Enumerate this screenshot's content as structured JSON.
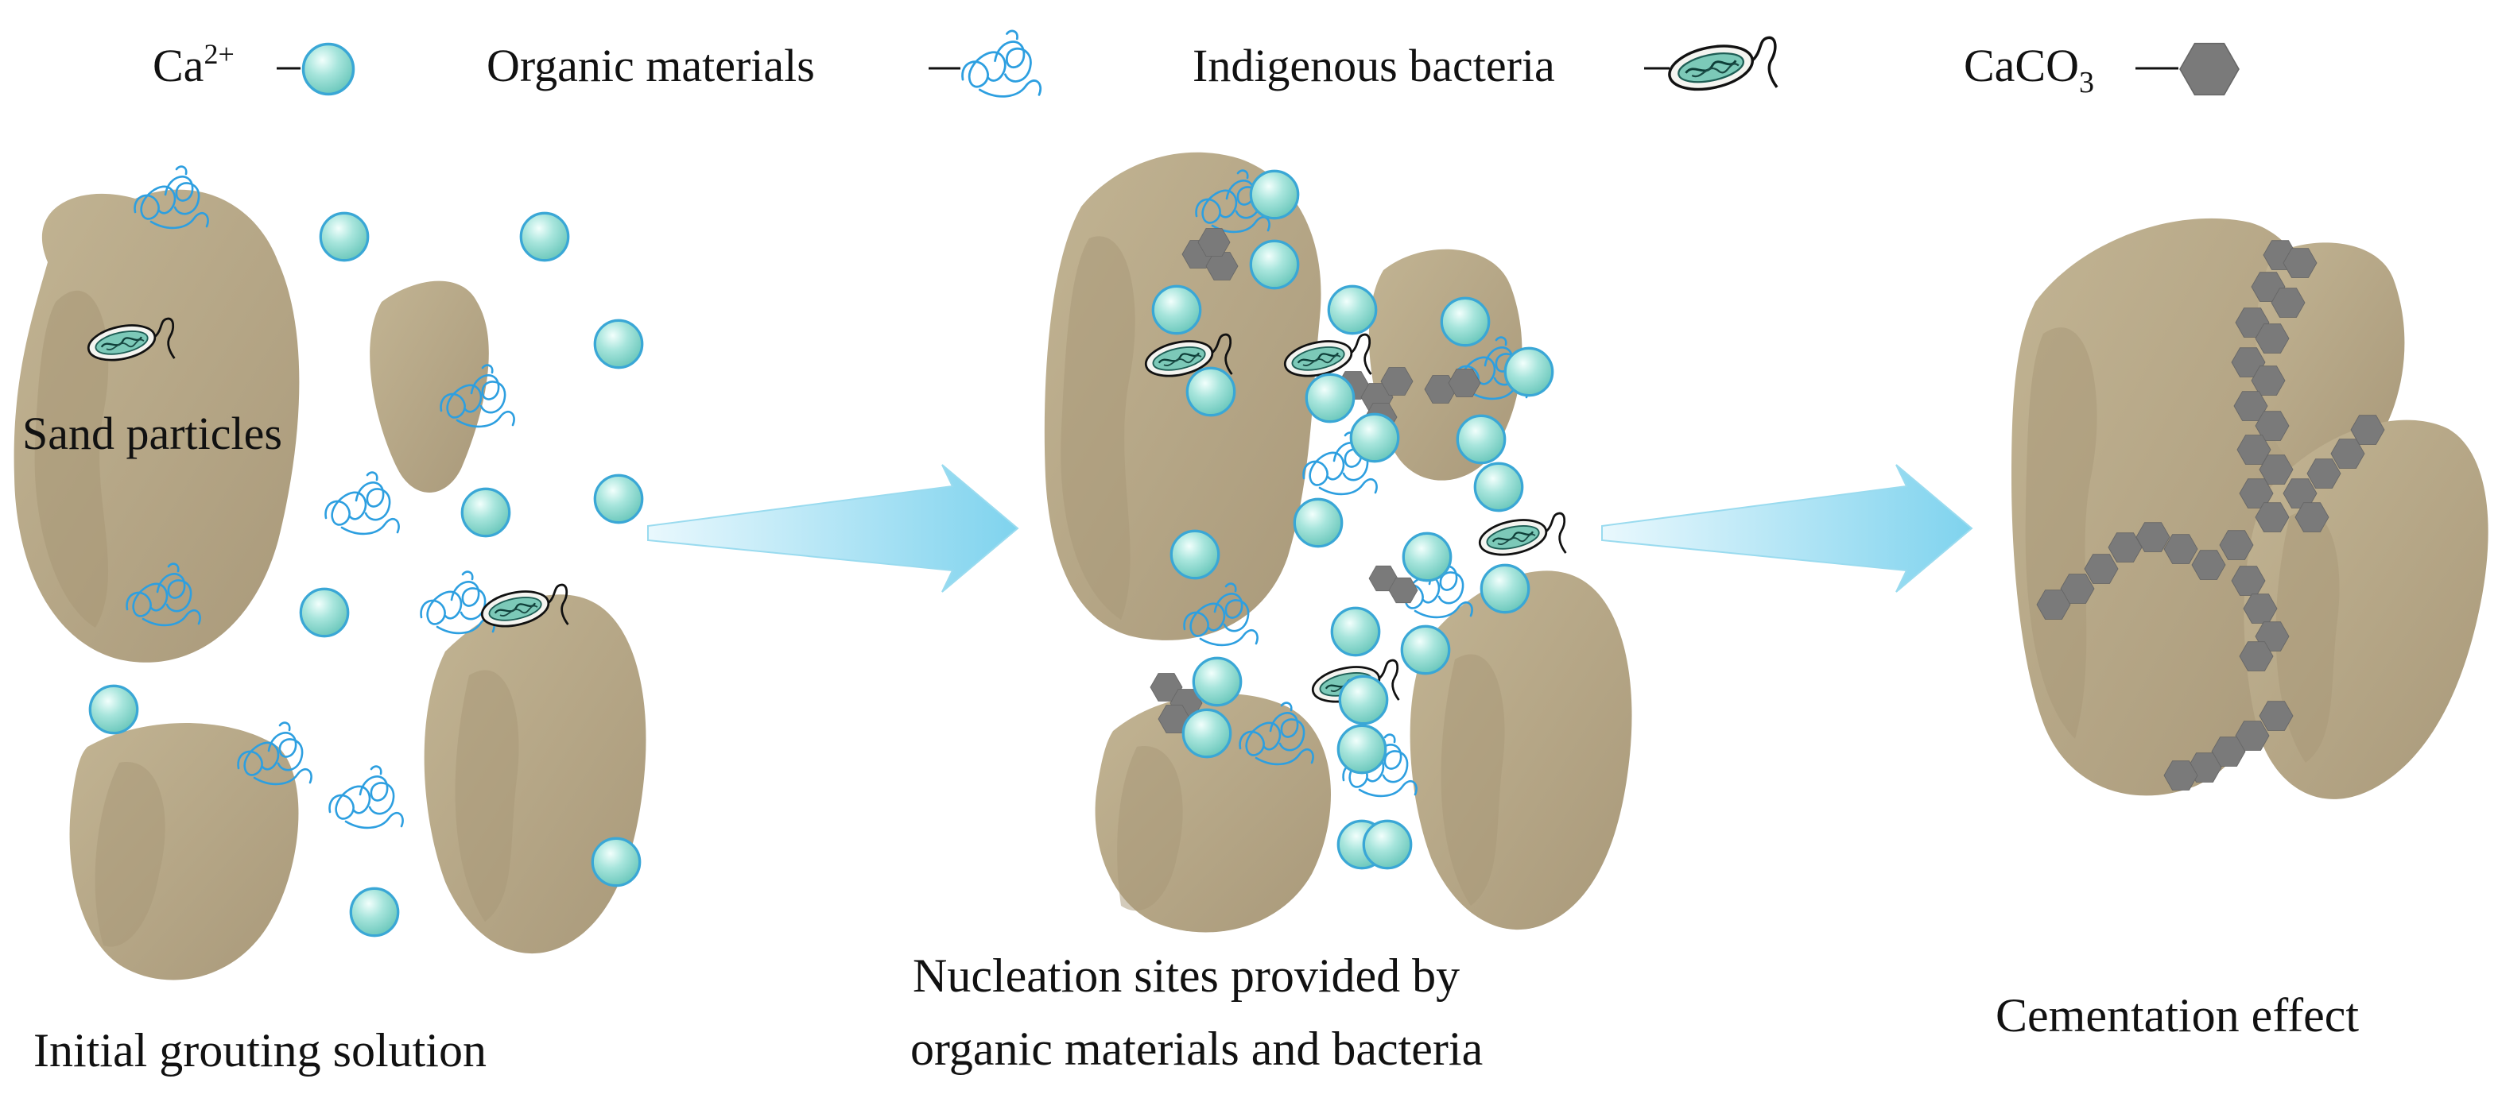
{
  "legend": {
    "calcium": {
      "label": "Ca",
      "superscript": "2+"
    },
    "organic": {
      "label": "Organic materials"
    },
    "bacteria": {
      "label": "Indigenous bacteria"
    },
    "caco3": {
      "label": "CaCO",
      "subscript": "3"
    }
  },
  "labels": {
    "sand": "Sand particles",
    "stage1": "Initial grouting solution",
    "stage2_line1": "Nucleation sites provided by",
    "stage2_line2": "organic materials and bacteria",
    "stage3": "Cementation effect"
  },
  "colors": {
    "sand": "#b8a987",
    "sand_shade": "#a39373",
    "ion_fill": "#a7e5dc",
    "ion_stroke": "#3aa7d6",
    "organic": "#2d9fe0",
    "bacteria_fill": "#7cc9b8",
    "caco3": "#7a7a7a",
    "arrow": "#8fd8ef"
  },
  "icons": {
    "ion": "sphere-icon",
    "organic": "squiggle-icon",
    "bacteria": "bacterium-icon",
    "caco3": "hexagon-icon",
    "arrow": "arrow-right-icon"
  }
}
